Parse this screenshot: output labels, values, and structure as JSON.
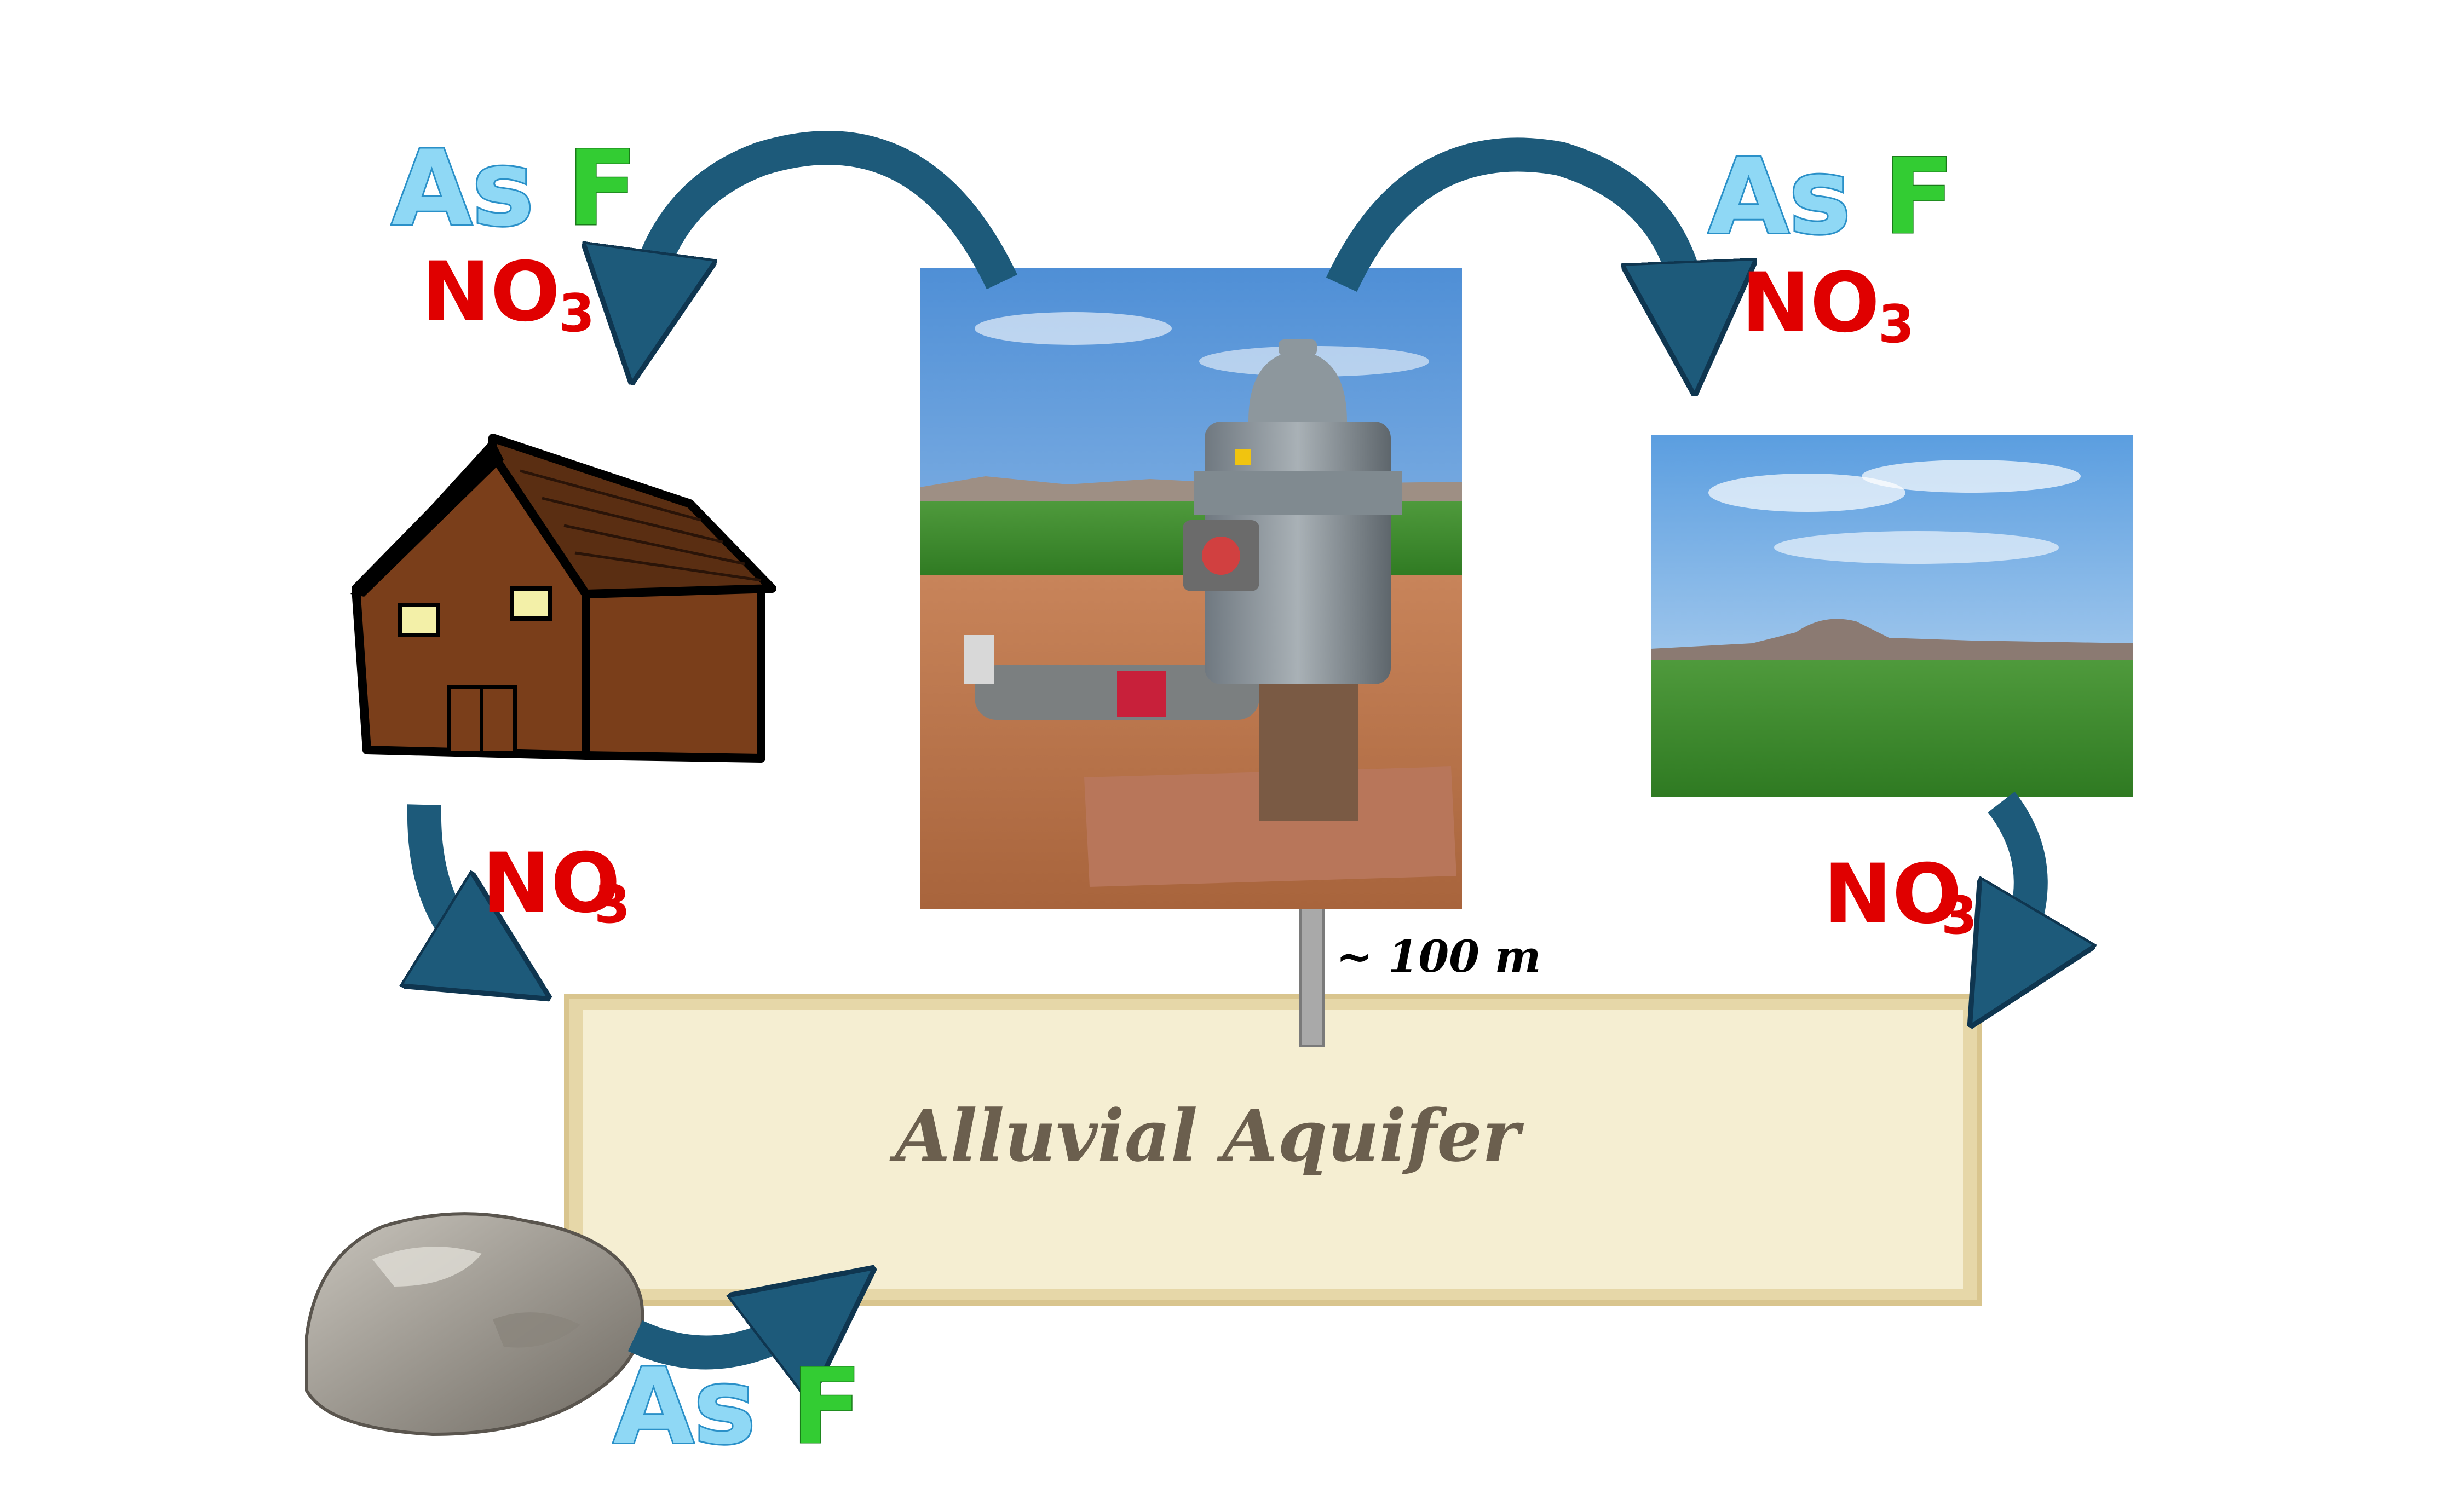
{
  "labels": {
    "as": "As",
    "f": "F",
    "no": "NO",
    "sub3": "3",
    "depth": "~ 100 m",
    "aquifer": "Alluvial Aquifer"
  },
  "colors": {
    "arrow": "#1d5a7a",
    "as_fill": "#8fd8f5",
    "f_fill": "#33cc33",
    "no3": "#e00000",
    "aquifer_fill": "#f5eed2",
    "house_wall": "#7a3e1a",
    "roof": "#5a2e12"
  },
  "icons": {
    "house": "house-icon",
    "rock": "rock-icon",
    "pump": "well-pump-photo",
    "field": "irrigated-field-photo"
  }
}
